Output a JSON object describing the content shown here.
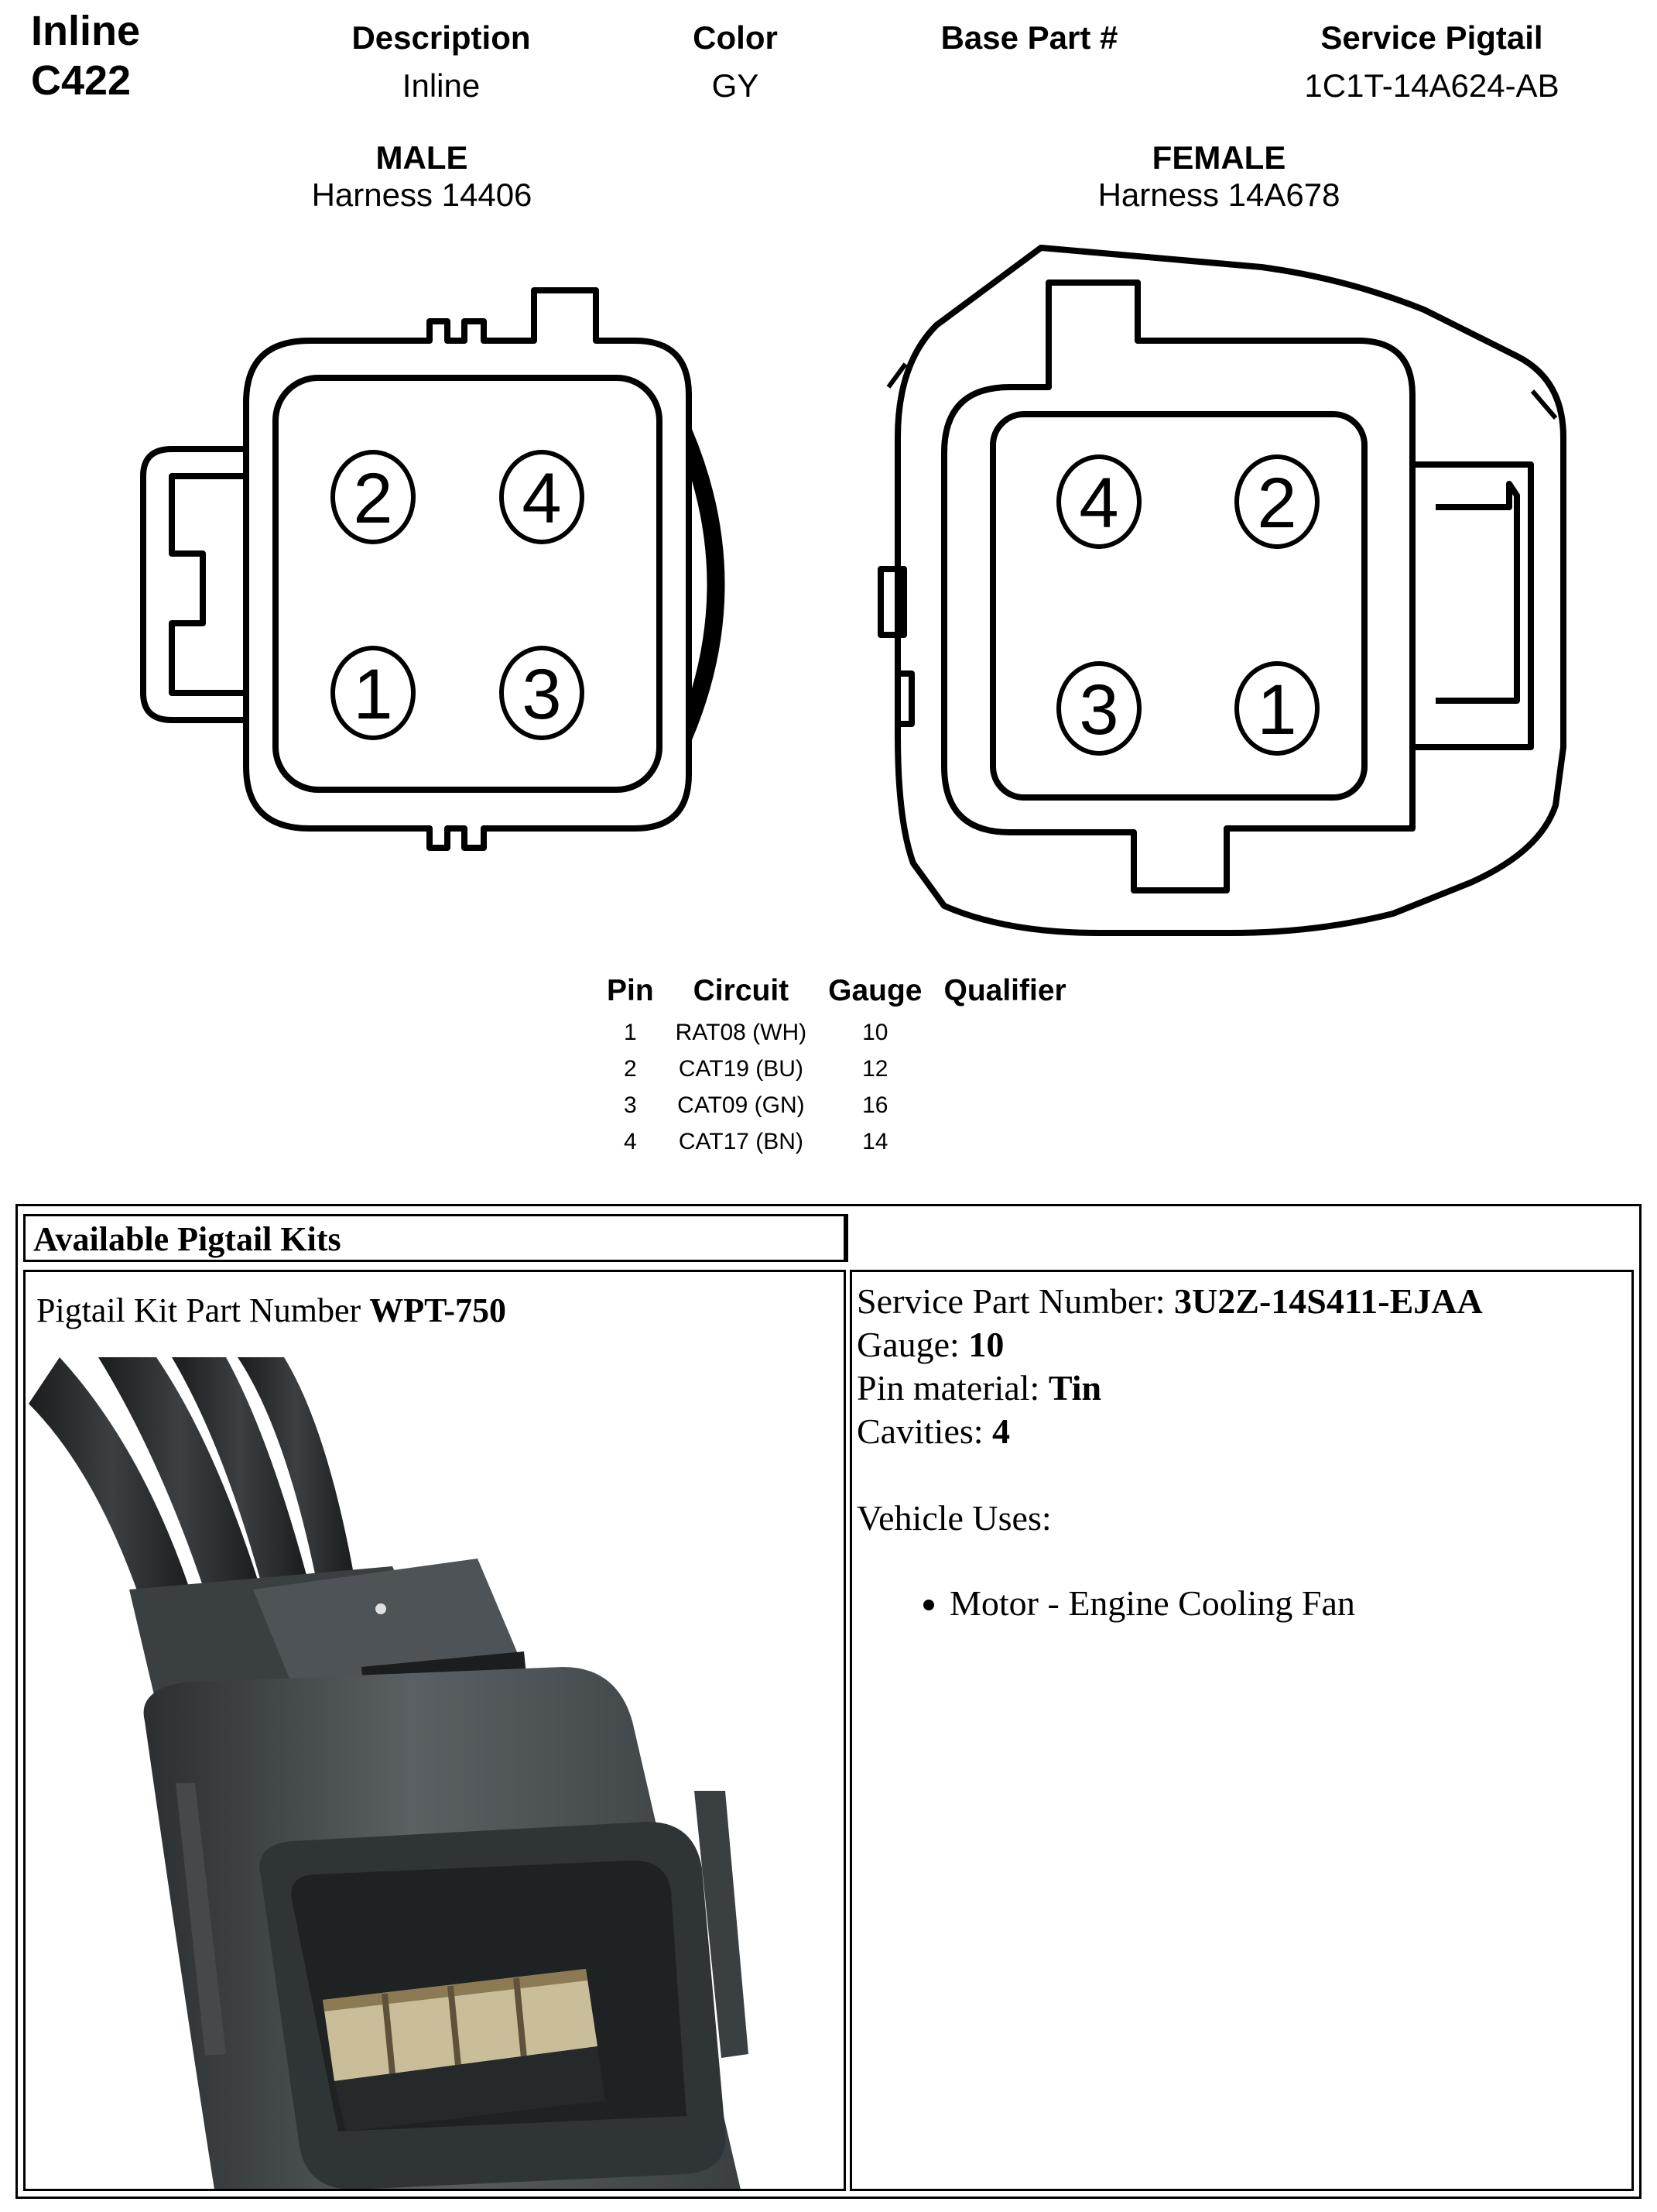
{
  "header": {
    "connector_type": "Inline",
    "connector_id": "C422",
    "description_label": "Description",
    "description_value": "Inline",
    "color_label": "Color",
    "color_value": "GY",
    "base_part_label": "Base Part #",
    "base_part_value": "",
    "service_pigtail_label": "Service Pigtail",
    "service_pigtail_value": "1C1T-14A624-AB"
  },
  "male": {
    "title": "MALE",
    "harness": "Harness 14406",
    "pins": {
      "top_left": "2",
      "top_right": "4",
      "bottom_left": "1",
      "bottom_right": "3"
    }
  },
  "female": {
    "title": "FEMALE",
    "harness": "Harness 14A678",
    "pins": {
      "top_left": "4",
      "top_right": "2",
      "bottom_left": "3",
      "bottom_right": "1"
    }
  },
  "pin_table": {
    "headers": [
      "Pin",
      "Circuit",
      "Gauge",
      "Qualifier"
    ],
    "rows": [
      {
        "pin": "1",
        "circuit": "RAT08 (WH)",
        "gauge": "10",
        "qualifier": ""
      },
      {
        "pin": "2",
        "circuit": "CAT19 (BU)",
        "gauge": "12",
        "qualifier": ""
      },
      {
        "pin": "3",
        "circuit": "CAT09 (GN)",
        "gauge": "16",
        "qualifier": ""
      },
      {
        "pin": "4",
        "circuit": "CAT17 (BN)",
        "gauge": "14",
        "qualifier": ""
      }
    ]
  },
  "kits": {
    "title": "Available Pigtail Kits",
    "kit_label": "Pigtail Kit Part Number",
    "kit_number": "WPT-750",
    "service_part_label": "Service Part Number:",
    "service_part_value": "3U2Z-14S411-EJAA",
    "gauge_label": "Gauge:",
    "gauge_value": "10",
    "pin_material_label": "Pin material:",
    "pin_material_value": "Tin",
    "cavities_label": "Cavities:",
    "cavities_value": "4",
    "vehicle_uses_label": "Vehicle Uses:",
    "vehicle_uses": [
      "Motor - Engine Cooling Fan"
    ]
  },
  "colors": {
    "connector_body": "#4a4f52",
    "connector_dark": "#2b2f31",
    "terminal": "#c9bd9a"
  }
}
